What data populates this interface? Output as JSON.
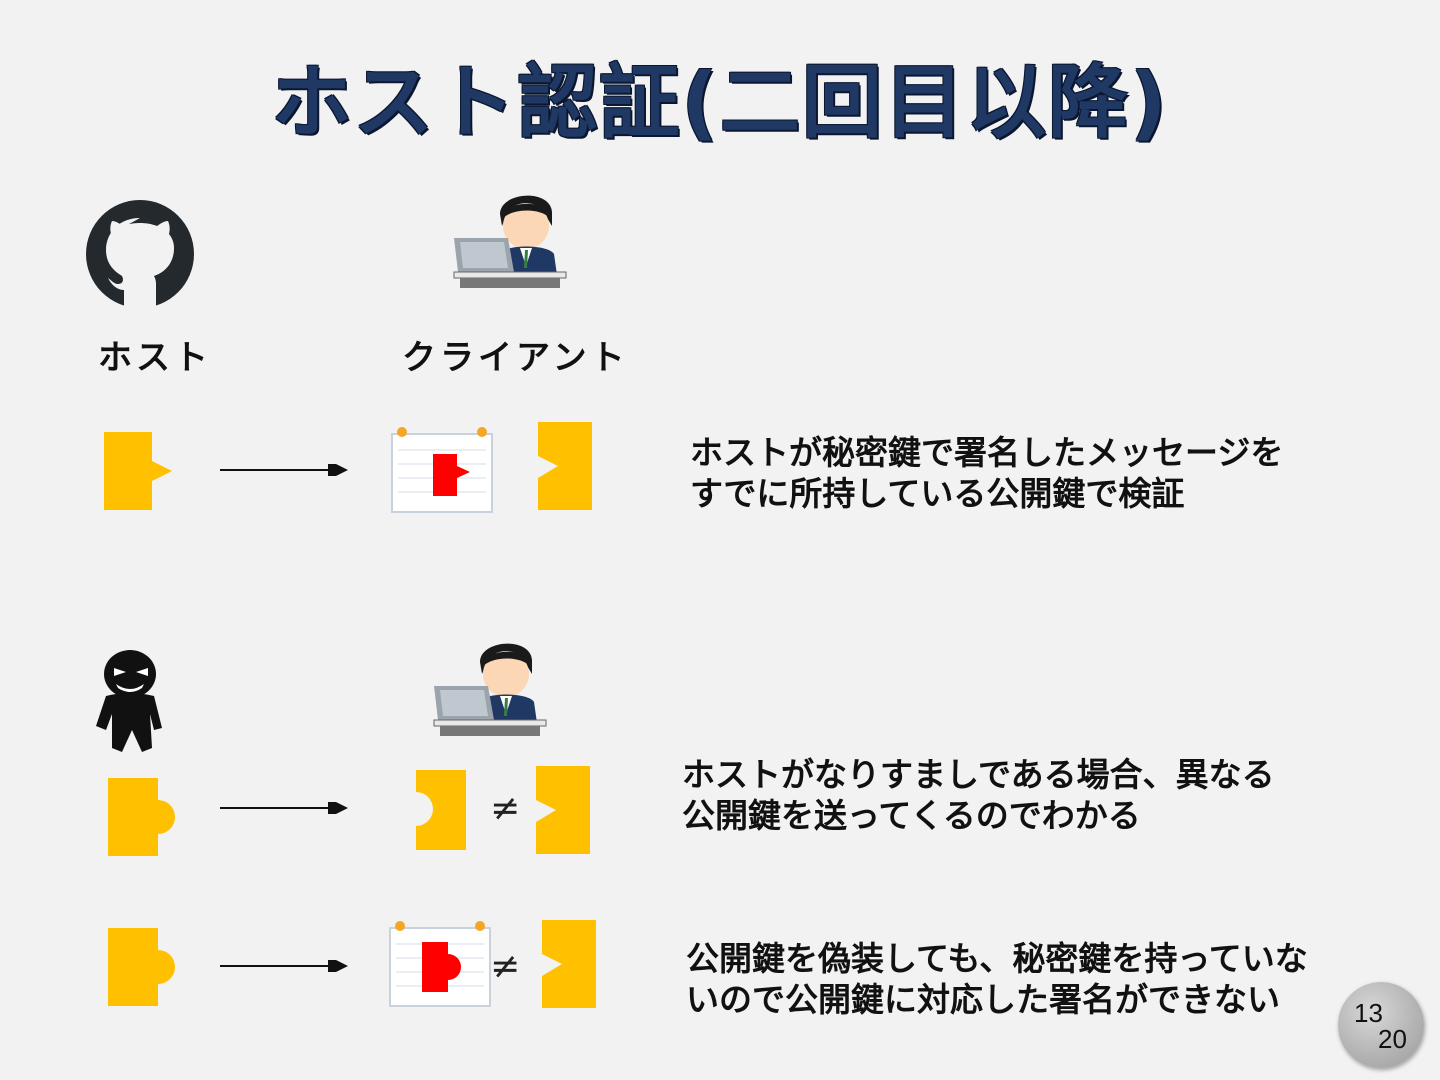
{
  "title": "ホスト認証(二回目以降)",
  "labels": {
    "host": "ホスト",
    "client": "クライアント"
  },
  "descriptions": {
    "normal_line1": "ホストが秘密鍵で署名したメッセージを",
    "normal_line2": "すでに所持している公開鍵で検証",
    "spoof_line1": "ホストがなりすましである場合、異なる",
    "spoof_line2": "公開鍵を送ってくるのでわかる",
    "forge_line1": "公開鍵を偽装しても、秘密鍵を持っていな",
    "forge_line2": "いので公開鍵に対応した署名ができない"
  },
  "not_equal": "≠",
  "page": {
    "current": "13",
    "total": "20"
  },
  "colors": {
    "title": "#1f3864",
    "key_yellow": "#ffc000",
    "signature_red": "#ff0000",
    "text": "#111111",
    "background": "#f2f2f2"
  },
  "icons": [
    "github-icon",
    "client-person-icon",
    "attacker-icon",
    "signed-document-icon",
    "public-key-icon",
    "private-key-icon",
    "arrow-icon"
  ]
}
